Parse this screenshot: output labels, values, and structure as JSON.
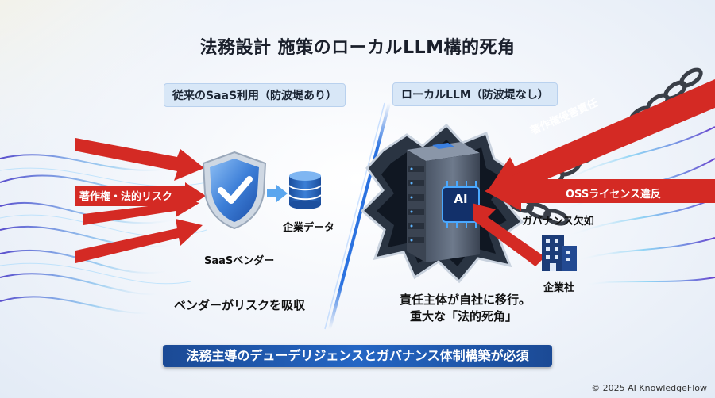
{
  "title": "法務設計 施策のローカルLLM構的死角",
  "left": {
    "header": "従来のSaaS利用（防波堤あり）",
    "risk_label": "著作権・法的リスク",
    "vendor_label": "SaaSベンダー",
    "data_label": "企業データ",
    "caption": "ベンダーがリスクを吸収"
  },
  "right": {
    "header": "ローカルLLM（防波堤なし）",
    "risk_copyright": "著作権侵害責任",
    "risk_oss": "OSSライセンス違反",
    "risk_governance": "ガバナンス欠如",
    "chip_label": "AI",
    "company_label": "企業社",
    "caption_line1": "責任主体が自社に移行。",
    "caption_line2": "重大な「法的死角」"
  },
  "banner": "法務主導のデューデリジェンスとガバナンス体制構築が必須",
  "copyright": "© 2025 AI KnowledgeFlow",
  "colors": {
    "accent_blue": "#2466c4",
    "risk_red": "#d42a24",
    "shield_blue": "#3d7fd8"
  },
  "icons": [
    "shield-check-icon",
    "database-icon",
    "server-icon",
    "ai-chip-icon",
    "chain-icon",
    "building-icon",
    "arrow-right-icon"
  ]
}
